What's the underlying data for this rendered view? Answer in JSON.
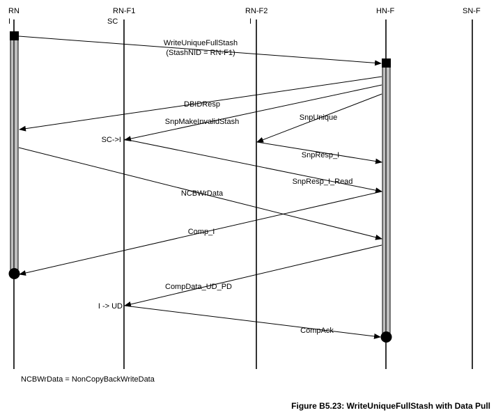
{
  "nodes": [
    {
      "id": "rn",
      "name": "RN",
      "state": "I"
    },
    {
      "id": "rnf1",
      "name": "RN-F1",
      "state": "SC"
    },
    {
      "id": "rnf2",
      "name": "RN-F2",
      "state": "I"
    },
    {
      "id": "hnf",
      "name": "HN-F",
      "state": ""
    },
    {
      "id": "snf",
      "name": "SN-F",
      "state": ""
    }
  ],
  "messages": [
    {
      "id": "writeuniquefullstash",
      "label": "WriteUniqueFullStash",
      "label2": "(StashNID = RN-F1)"
    },
    {
      "id": "dbidresp",
      "label": "DBIDResp"
    },
    {
      "id": "snpmakeinvalidstash",
      "label": "SnpMakeInvalidStash"
    },
    {
      "id": "snpunique",
      "label": "SnpUnique"
    },
    {
      "id": "snpresp-i",
      "label": "SnpResp_I"
    },
    {
      "id": "snpresp-i-read",
      "label": "SnpResp_I_Read"
    },
    {
      "id": "ncbwrdata",
      "label": "NCBWrData"
    },
    {
      "id": "comp-i",
      "label": "Comp_I"
    },
    {
      "id": "compdata-ud-pd",
      "label": "CompData_UD_PD"
    },
    {
      "id": "compack",
      "label": "CompAck"
    }
  ],
  "state_changes": [
    {
      "id": "rnf1-sc-to-i",
      "label": "SC->I"
    },
    {
      "id": "rn-i-to-ud",
      "label": "I -> UD"
    }
  ],
  "footnote": "NCBWrData = NonCopyBackWriteData",
  "caption": "Figure B5.23: WriteUniqueFullStash with Data Pull",
  "colors": {
    "line": "#000000",
    "activation_bar": "#bfbfbf"
  }
}
